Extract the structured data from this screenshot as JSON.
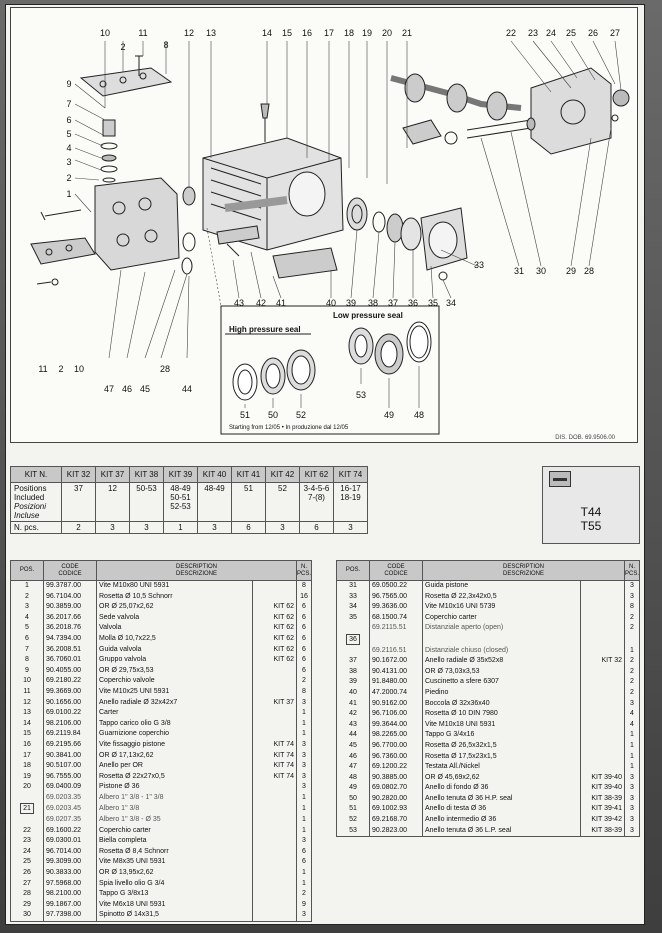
{
  "diagram": {
    "callouts_top": [
      "10",
      "11",
      "2",
      "8",
      "12",
      "13",
      "14",
      "15",
      "16",
      "17",
      "18",
      "19",
      "20",
      "21",
      "22",
      "23",
      "24",
      "25",
      "26",
      "27"
    ],
    "callouts_left": [
      "9",
      "7",
      "6",
      "5",
      "4",
      "3",
      "2",
      "1"
    ],
    "callouts_bottom": [
      "11",
      "2",
      "10",
      "47",
      "46",
      "45",
      "28",
      "44",
      "43",
      "42",
      "41",
      "40",
      "39",
      "38",
      "37",
      "36",
      "35",
      "34",
      "33",
      "31",
      "30",
      "29",
      "28"
    ],
    "inset_callouts": [
      "53",
      "49",
      "48",
      "51",
      "50",
      "52"
    ],
    "low_pressure_title": "Low pressure seal",
    "high_pressure_title": "High pressure seal",
    "starting_note": "Starting from 12/05 • In produzione dal 12/05",
    "drawing_code": "DIS. DOB. 69.9506.00"
  },
  "kits": {
    "header_label": "KIT N.",
    "kit_numbers": [
      "KIT 32",
      "KIT 37",
      "KIT 38",
      "KIT 39",
      "KIT 40",
      "KIT 41",
      "KIT 42",
      "KIT 62",
      "KIT 74"
    ],
    "positions_label": [
      "Positions",
      "Included",
      "Posizioni",
      "Incluse"
    ],
    "positions": [
      [
        "37"
      ],
      [
        "12"
      ],
      [
        "50-53"
      ],
      [
        "48-49",
        "50-51",
        "52-53"
      ],
      [
        "48-49"
      ],
      [
        "51"
      ],
      [
        "52"
      ],
      [
        "3-4-5-6",
        "7-(8)"
      ],
      [
        "16-17",
        "18-19"
      ]
    ],
    "pcs_label": "N. pcs.",
    "pcs": [
      "2",
      "3",
      "3",
      "1",
      "3",
      "6",
      "3",
      "6",
      "3"
    ]
  },
  "model": {
    "line1": "T44",
    "line2": "T55"
  },
  "table_headers": {
    "pos": "POS.",
    "code": [
      "CODE",
      "CODICE"
    ],
    "desc": [
      "DESCRIPTION",
      "DESCRIZIONE"
    ],
    "pcs": [
      "N.",
      "PCS."
    ]
  },
  "parts_left": [
    {
      "pos": "1",
      "code": "99.3787.00",
      "desc": "Vite M10x80 UNI 5931",
      "kit": "",
      "pcs": "8"
    },
    {
      "pos": "2",
      "code": "96.7104.00",
      "desc": "Rosetta Ø 10,5 Schnorr",
      "kit": "",
      "pcs": "16"
    },
    {
      "pos": "3",
      "code": "90.3859.00",
      "desc": "OR Ø 25,07x2,62",
      "kit": "KIT 62",
      "pcs": "6"
    },
    {
      "pos": "4",
      "code": "36.2017.66",
      "desc": "Sede valvola",
      "kit": "KIT 62",
      "pcs": "6"
    },
    {
      "pos": "5",
      "code": "36.2018.76",
      "desc": "Valvola",
      "kit": "KIT 62",
      "pcs": "6"
    },
    {
      "pos": "6",
      "code": "94.7394.00",
      "desc": "Molla Ø 10,7x22,5",
      "kit": "KIT 62",
      "pcs": "6"
    },
    {
      "pos": "7",
      "code": "36.2008.51",
      "desc": "Guida valvola",
      "kit": "KIT 62",
      "pcs": "6"
    },
    {
      "pos": "8",
      "code": "36.7060.01",
      "desc": "Gruppo valvola",
      "kit": "KIT 62",
      "pcs": "6"
    },
    {
      "pos": "9",
      "code": "90.4055.00",
      "desc": "OR Ø 29,75x3,53",
      "kit": "",
      "pcs": "6"
    },
    {
      "pos": "10",
      "code": "69.2180.22",
      "desc": "Coperchio valvole",
      "kit": "",
      "pcs": "2"
    },
    {
      "pos": "11",
      "code": "99.3669.00",
      "desc": "Vite M10x25 UNI 5931",
      "kit": "",
      "pcs": "8"
    },
    {
      "pos": "12",
      "code": "90.1656.00",
      "desc": "Anello radiale Ø 32x42x7",
      "kit": "KIT 37",
      "pcs": "3"
    },
    {
      "pos": "13",
      "code": "69.0100.22",
      "desc": "Carter",
      "kit": "",
      "pcs": "1"
    },
    {
      "pos": "14",
      "code": "98.2106.00",
      "desc": "Tappo carico olio G 3/8",
      "kit": "",
      "pcs": "1"
    },
    {
      "pos": "15",
      "code": "69.2119.84",
      "desc": "Guarnizione coperchio",
      "kit": "",
      "pcs": "1"
    },
    {
      "pos": "16",
      "code": "69.2195.66",
      "desc": "Vite fissaggio pistone",
      "kit": "KIT 74",
      "pcs": "3"
    },
    {
      "pos": "17",
      "code": "90.3841.00",
      "desc": "OR Ø 17,13x2,62",
      "kit": "KIT 74",
      "pcs": "3"
    },
    {
      "pos": "18",
      "code": "90.5107.00",
      "desc": "Anello per OR",
      "kit": "KIT 74",
      "pcs": "3"
    },
    {
      "pos": "19",
      "code": "96.7555.00",
      "desc": "Rosetta Ø 22x27x0,5",
      "kit": "KIT 74",
      "pcs": "3"
    },
    {
      "pos": "20",
      "code": "69.0400.09",
      "desc": "Pistone Ø 36",
      "kit": "",
      "pcs": "3"
    },
    {
      "pos": "",
      "code": "69.0203.35",
      "desc": "Albero 1\" 3/8 - 1\" 3/8",
      "kit": "",
      "pcs": "1",
      "light": true
    },
    {
      "pos": "21",
      "code": "69.0203.45",
      "desc": "Albero 1\" 3/8",
      "kit": "",
      "pcs": "1",
      "light": true,
      "boxed": true
    },
    {
      "pos": "",
      "code": "69.0207.35",
      "desc": "Albero 1\" 3/8 - Ø 35",
      "kit": "",
      "pcs": "1",
      "light": true
    },
    {
      "pos": "22",
      "code": "69.1600.22",
      "desc": "Coperchio carter",
      "kit": "",
      "pcs": "1"
    },
    {
      "pos": "23",
      "code": "69.0300.01",
      "desc": "Biella completa",
      "kit": "",
      "pcs": "3"
    },
    {
      "pos": "24",
      "code": "96.7014.00",
      "desc": "Rosetta Ø 8,4 Schnorr",
      "kit": "",
      "pcs": "6"
    },
    {
      "pos": "25",
      "code": "99.3099.00",
      "desc": "Vite M8x35 UNI 5931",
      "kit": "",
      "pcs": "6"
    },
    {
      "pos": "26",
      "code": "90.3833.00",
      "desc": "OR Ø 13,95x2,62",
      "kit": "",
      "pcs": "1"
    },
    {
      "pos": "27",
      "code": "97.5968.00",
      "desc": "Spia livello olio G 3/4",
      "kit": "",
      "pcs": "1"
    },
    {
      "pos": "28",
      "code": "98.2100.00",
      "desc": "Tappo G 3/8x13",
      "kit": "",
      "pcs": "2"
    },
    {
      "pos": "29",
      "code": "99.1867.00",
      "desc": "Vite M6x18 UNI 5931",
      "kit": "",
      "pcs": "9"
    },
    {
      "pos": "30",
      "code": "97.7398.00",
      "desc": "Spinotto Ø 14x31,5",
      "kit": "",
      "pcs": "3"
    }
  ],
  "parts_right": [
    {
      "pos": "31",
      "code": "69.0500.22",
      "desc": "Guida pistone",
      "kit": "",
      "pcs": "3"
    },
    {
      "pos": "33",
      "code": "96.7565.00",
      "desc": "Rosetta Ø 22,3x42x0,5",
      "kit": "",
      "pcs": "3"
    },
    {
      "pos": "34",
      "code": "99.3636.00",
      "desc": "Vite M10x16 UNI 5739",
      "kit": "",
      "pcs": "8"
    },
    {
      "pos": "35",
      "code": "68.1500.74",
      "desc": "Coperchio carter",
      "kit": "",
      "pcs": "2"
    },
    {
      "pos": "",
      "code": "69.2115.51",
      "desc": "Distanziale aperto (open)",
      "kit": "",
      "pcs": "2",
      "light": true
    },
    {
      "pos": "36",
      "code": "",
      "desc": "",
      "kit": "",
      "pcs": "",
      "boxed": true,
      "spacer": true
    },
    {
      "pos": "",
      "code": "69.2116.51",
      "desc": "Distanziale chiuso (closed)",
      "kit": "",
      "pcs": "1",
      "light": true
    },
    {
      "pos": "37",
      "code": "90.1672.00",
      "desc": "Anello radiale Ø 35x52x8",
      "kit": "KIT 32",
      "pcs": "2"
    },
    {
      "pos": "38",
      "code": "90.4131.00",
      "desc": "OR Ø 73,03x3,53",
      "kit": "",
      "pcs": "2"
    },
    {
      "pos": "39",
      "code": "91.8480.00",
      "desc": "Cuscinetto a sfere 6307",
      "kit": "",
      "pcs": "2"
    },
    {
      "pos": "40",
      "code": "47.2000.74",
      "desc": "Piedino",
      "kit": "",
      "pcs": "2"
    },
    {
      "pos": "41",
      "code": "90.9162.00",
      "desc": "Boccola Ø 32x36x40",
      "kit": "",
      "pcs": "3"
    },
    {
      "pos": "42",
      "code": "96.7106.00",
      "desc": "Rosetta Ø 10 DIN 7980",
      "kit": "",
      "pcs": "4"
    },
    {
      "pos": "43",
      "code": "99.3644.00",
      "desc": "Vite M10x18 UNI 5931",
      "kit": "",
      "pcs": "4"
    },
    {
      "pos": "44",
      "code": "98.2265.00",
      "desc": "Tappo G 3/4x16",
      "kit": "",
      "pcs": "1"
    },
    {
      "pos": "45",
      "code": "96.7700.00",
      "desc": "Rosetta Ø 26,5x32x1,5",
      "kit": "",
      "pcs": "1"
    },
    {
      "pos": "46",
      "code": "96.7360.00",
      "desc": "Rosetta Ø 17,5x23x1,5",
      "kit": "",
      "pcs": "1"
    },
    {
      "pos": "47",
      "code": "69.1200.22",
      "desc": "Testata All./Nickel",
      "kit": "",
      "pcs": "1"
    },
    {
      "pos": "48",
      "code": "90.3885.00",
      "desc": "OR Ø 45,69x2,62",
      "kit": "KIT 39-40",
      "pcs": "3"
    },
    {
      "pos": "49",
      "code": "69.0802.70",
      "desc": "Anello di fondo Ø 36",
      "kit": "KIT 39-40",
      "pcs": "3"
    },
    {
      "pos": "50",
      "code": "90.2820.00",
      "desc": "Anello tenuta Ø 36 H.P. seal",
      "kit": "KIT 38-39",
      "pcs": "3"
    },
    {
      "pos": "51",
      "code": "69.1002.93",
      "desc": "Anello di testa Ø 36",
      "kit": "KIT 39-41",
      "pcs": "3"
    },
    {
      "pos": "52",
      "code": "69.2168.70",
      "desc": "Anello intermedio Ø 36",
      "kit": "KIT 39-42",
      "pcs": "3"
    },
    {
      "pos": "53",
      "code": "90.2823.00",
      "desc": "Anello tenuta Ø 36 L.P. seal",
      "kit": "KIT 38-39",
      "pcs": "3"
    }
  ]
}
